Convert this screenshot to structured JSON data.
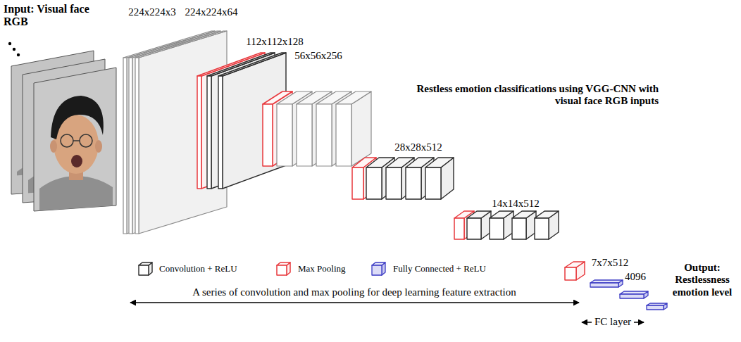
{
  "diagram": {
    "title": "Restless emotion classifications using VGG-CNN with visual face RGB inputs",
    "labels": [
      "Input: Visual face RGB",
      "224x224x3",
      "224x224x64",
      "112x112x128",
      "56x56x256",
      "28x28x512",
      "14x14x512",
      "7x7x512",
      "4096",
      "A series of convolution and max pooling for deep learning feature extraction",
      "FC layer",
      "Output: Restlessness emotion level"
    ],
    "legend": [
      {
        "text": "Convolution + ReLU"
      },
      {
        "text": "Max Pooling"
      },
      {
        "text": "Fully Connected + ReLU"
      }
    ]
  }
}
